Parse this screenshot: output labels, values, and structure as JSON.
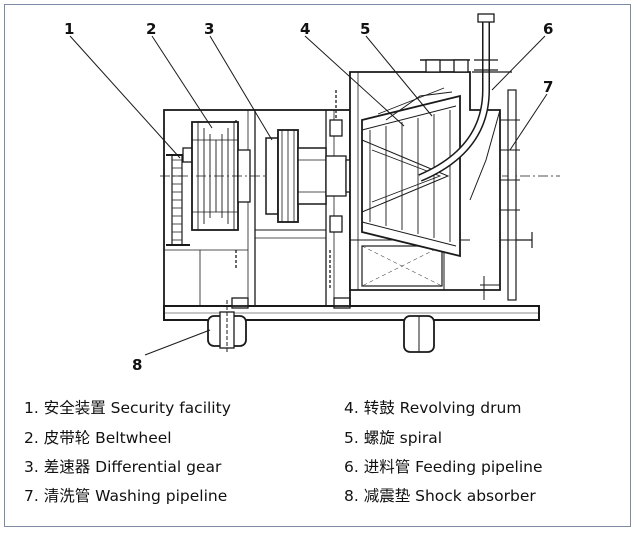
{
  "callouts": [
    {
      "num": "1"
    },
    {
      "num": "2"
    },
    {
      "num": "3"
    },
    {
      "num": "4"
    },
    {
      "num": "5"
    },
    {
      "num": "6"
    },
    {
      "num": "7"
    },
    {
      "num": "8"
    }
  ],
  "legend": [
    {
      "text": "1. 安全装置 Security facility"
    },
    {
      "text": "2. 皮带轮 Beltwheel"
    },
    {
      "text": "3. 差速器 Differential gear"
    },
    {
      "text": "7. 清洗管 Washing pipeline"
    },
    {
      "text": "4. 转鼓 Revolving drum"
    },
    {
      "text": "5. 螺旋 spiral"
    },
    {
      "text": "6. 进料管 Feeding pipeline"
    },
    {
      "text": "8. 减震垫 Shock absorber"
    }
  ]
}
